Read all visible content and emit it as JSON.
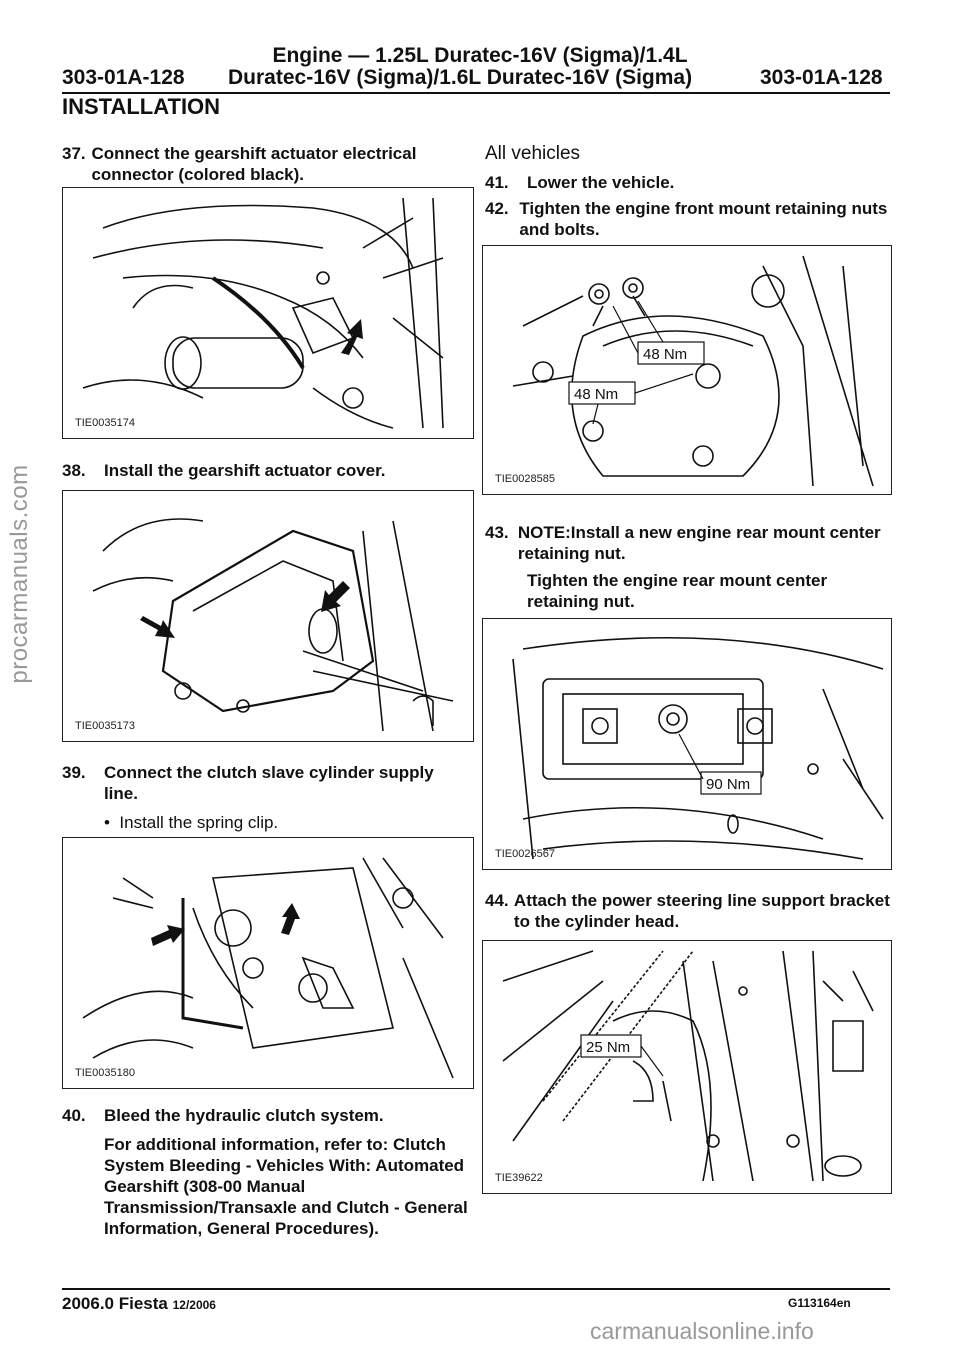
{
  "header": {
    "title_line1": "Engine — 1.25L Duratec-16V (Sigma)/1.4L",
    "page_left": "303-01A-128",
    "title_line2": "Duratec-16V (Sigma)/1.6L Duratec-16V (Sigma)",
    "page_right": "303-01A-128"
  },
  "section": "INSTALLATION",
  "left": {
    "s37_num": "37.",
    "s37_text": "Connect the gearshift actuator electrical connector (colored black).",
    "fig37": "TIE0035174",
    "s38_num": "38.",
    "s38_text": "Install the gearshift actuator cover.",
    "fig38": "TIE0035173",
    "s39_num": "39.",
    "s39_text": "Connect the clutch slave cylinder supply line.",
    "s39_bullet": "Install the spring clip.",
    "fig39": "TIE0035180",
    "s40_num": "40.",
    "s40_text": "Bleed the hydraulic clutch system.",
    "s40_ref": "For additional information, refer to: Clutch System Bleeding - Vehicles With: Automated Gearshift (308-00 Manual Transmission/Transaxle and Clutch - General Information, General Procedures)."
  },
  "right": {
    "all_vehicles": "All vehicles",
    "s41_num": "41.",
    "s41_text": "Lower the vehicle.",
    "s42_num": "42.",
    "s42_text": "Tighten the engine front mount retaining nuts and bolts.",
    "fig42": "TIE0028585",
    "fig42_torque_a": "48 Nm",
    "fig42_torque_b": "48 Nm",
    "s43_num": "43.",
    "s43_note": "NOTE:Install a new engine rear mount center retaining nut.",
    "s43_text": "Tighten the engine rear mount center retaining nut.",
    "fig43": "TIE0026567",
    "fig43_torque": "90 Nm",
    "s44_num": "44.",
    "s44_text": "Attach the power steering line support bracket to the cylinder head.",
    "fig44": "TIE39622",
    "fig44_torque": "25 Nm"
  },
  "footer": {
    "model": "2006.0 Fiesta",
    "date": "12/2006",
    "code": "G113164en"
  },
  "watermarks": {
    "side": "procarmanuals.com",
    "bottom": "carmanualsonline.info"
  }
}
